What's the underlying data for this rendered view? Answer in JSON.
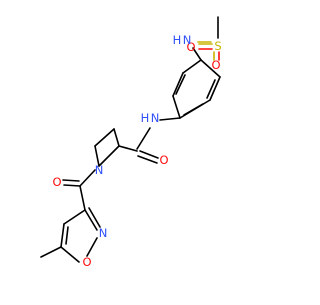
{
  "molecule": {
    "colors": {
      "carbon": "#000000",
      "oxygen": "#ff0d0d",
      "nitrogen": "#3050f8",
      "sulfur": "#c8b400"
    },
    "atom_labels": {
      "s": "S",
      "o_sulfonyl_left": "O",
      "o_sulfonyl_bottom": "O",
      "n_sulfonamide": "N",
      "h_sulfonamide": "H",
      "n_amide": "N",
      "h_amide": "H",
      "o_amide": "O",
      "n_azetidine": "N",
      "o_acyl": "O",
      "n_isoxazole": "N",
      "o_isoxazole": "O"
    }
  }
}
